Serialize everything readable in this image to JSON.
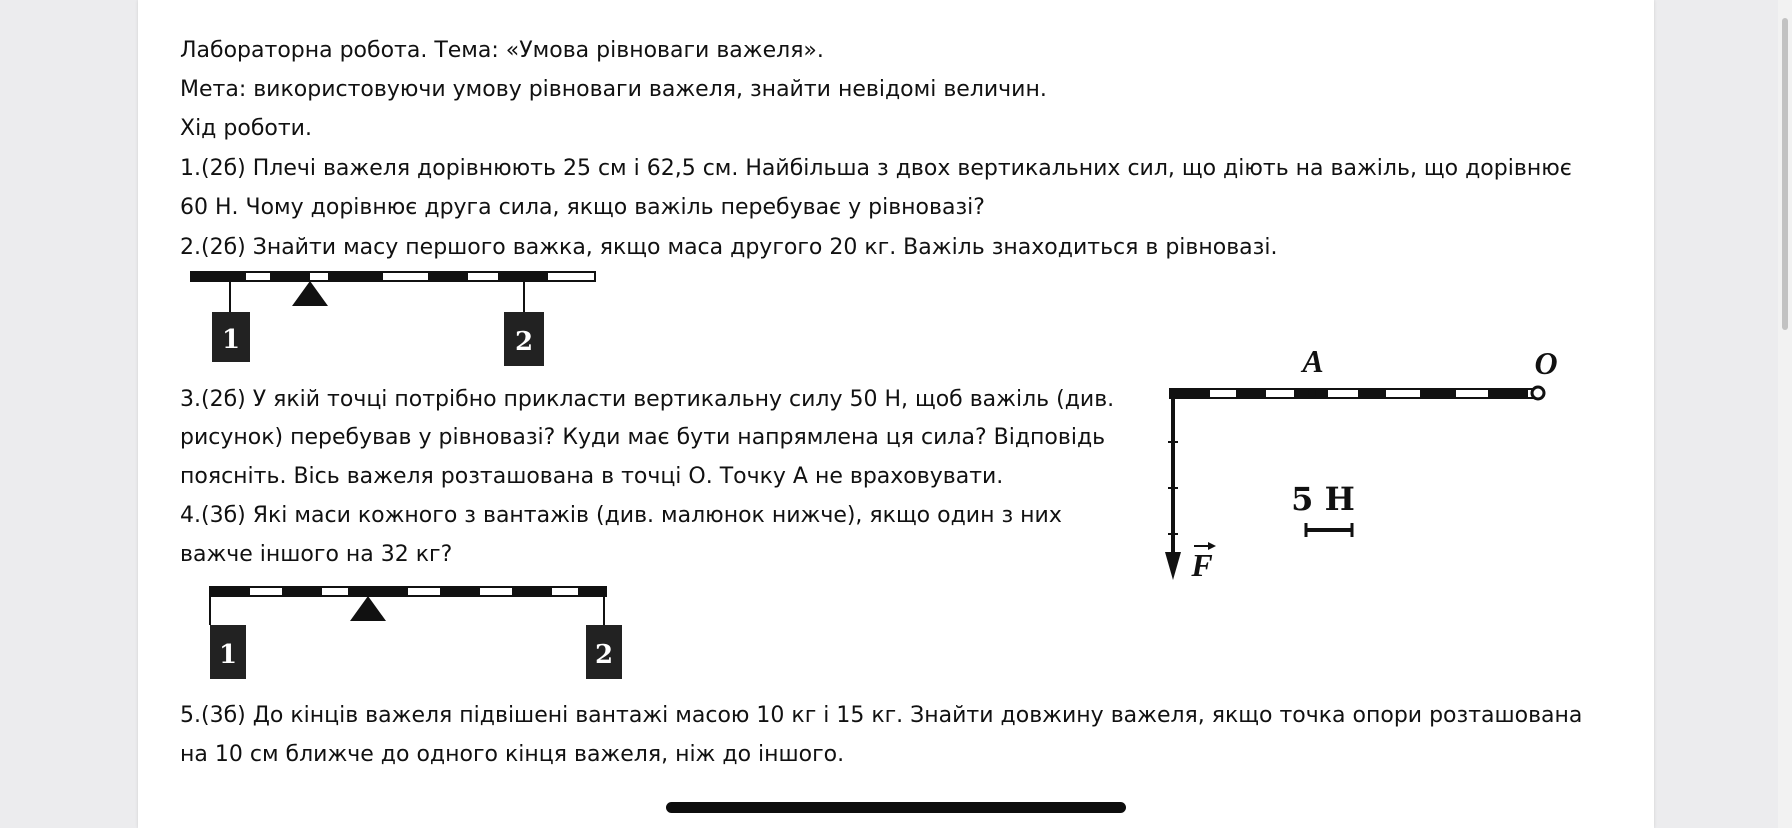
{
  "document": {
    "lines": [
      "Лабораторна робота. Тема: «Умова рівноваги важеля».",
      "Мета: використовуючи умову рівноваги важеля, знайти невідомі величин.",
      "Хід роботи.",
      "1.(2б) Плечі важеля дорівнюють 25 см і 62,5 см. Найбільша з двох вертикальних сил, що діють на важіль, що дорівнює",
      "60 Н. Чому дорівнює друга сила, якщо важіль перебуває у рівновазі?",
      "2.(2б) Знайти масу першого важка, якщо маса другого 20 кг. Важіль знаходиться в рівновазі.",
      "3.(2б) У якій точці потрібно прикласти вертикальну силу 50 Н, щоб важіль (див.",
      "рисунок) перебував у рівновазі? Куди має бути напрямлена ця сила? Відповідь",
      "поясніть. Вісь важеля розташована в точці О. Точку А не враховувати.",
      "4.(3б) Які маси кожного з вантажів (див. малюнок нижче), якщо один з них",
      "важче іншого на 32 кг?",
      "5.(3б) До кінців важеля підвішені вантажі масою 10 кг і 15 кг. Знайти довжину важеля, якщо точка опори розташована",
      "на 10 см ближче до одного кінця важеля, ніж до іншого."
    ]
  },
  "figure_lever_2": {
    "weight_1": "1",
    "weight_2": "2"
  },
  "figure_lever_3": {
    "point_a": "A",
    "point_o": "O",
    "scale": "5 H",
    "force": "F"
  },
  "figure_lever_4": {
    "weight_1": "1",
    "weight_2": "2"
  },
  "colors": {
    "ink": "#111111",
    "page": "#ffffff",
    "background": "#ececee"
  }
}
